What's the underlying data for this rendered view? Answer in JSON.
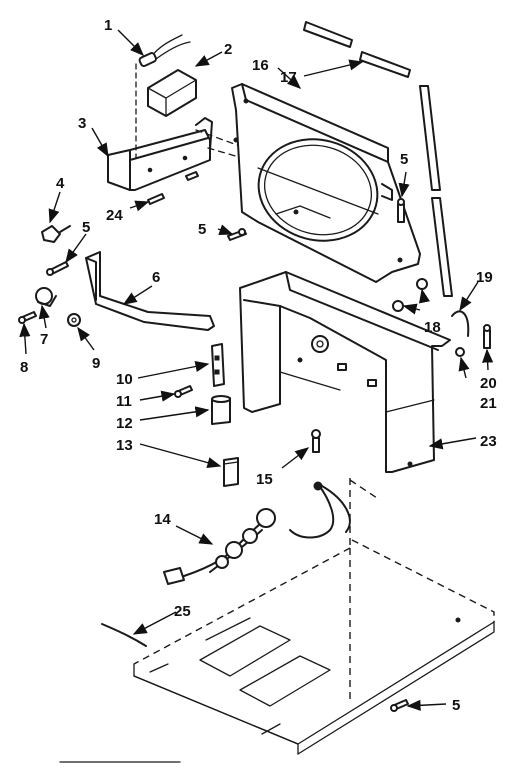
{
  "diagram": {
    "callouts": {
      "c1": "1",
      "c2": "2",
      "c3": "3",
      "c4": "4",
      "c5a": "5",
      "c5b": "5",
      "c5c": "5",
      "c5d": "5",
      "c6": "6",
      "c7": "7",
      "c8": "8",
      "c9": "9",
      "c10": "10",
      "c11": "11",
      "c12": "12",
      "c13": "13",
      "c14": "14",
      "c15": "15",
      "c16": "16",
      "c17": "17",
      "c18": "18",
      "c19": "19",
      "c20": "20",
      "c21": "21",
      "c23": "23",
      "c24": "24",
      "c25": "25"
    }
  }
}
